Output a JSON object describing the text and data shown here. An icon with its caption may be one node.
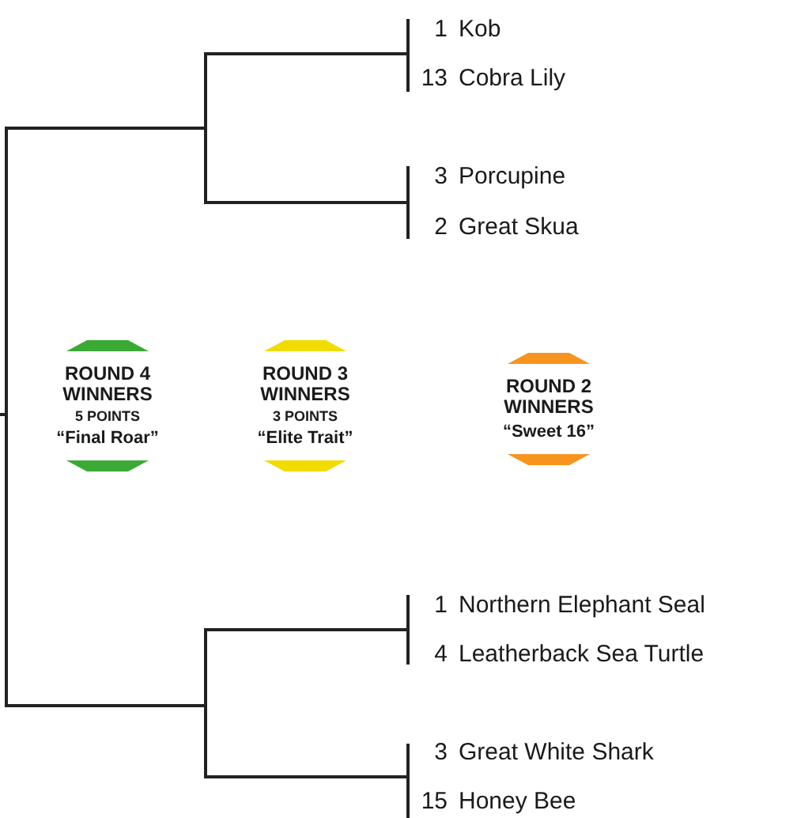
{
  "diagram": {
    "nodes": [
      {
        "text": [
          "1",
          "Kob"
        ]
      },
      {
        "text": [
          "13",
          "Cobra Lily"
        ]
      },
      {
        "text": [
          "3",
          "Porcupine"
        ]
      },
      {
        "text": [
          "2",
          "Great Skua"
        ]
      },
      {
        "text": [
          "1",
          "Northern Elephant Seal"
        ]
      },
      {
        "text": [
          "4",
          "Leatherback Sea Turtle"
        ]
      },
      {
        "text": [
          "3",
          "Great White Shark"
        ]
      },
      {
        "text": [
          "15",
          "Honey Bee"
        ]
      },
      {
        "text": [
          "ROUND 4 WINNERS",
          "5 POINTS",
          "“Final Roar”"
        ]
      },
      {
        "text": [
          "ROUND 3 WINNERS",
          "3 POINTS",
          "“Elite Trait”"
        ]
      },
      {
        "text": [
          "ROUND 2 WINNERS",
          "“Sweet 16”"
        ]
      }
    ],
    "edges": [
      {
        "from": 0,
        "to": null,
        "arrow": "none"
      },
      {
        "from": 1,
        "to": null,
        "arrow": "none"
      },
      {
        "from": 2,
        "to": null,
        "arrow": "none"
      },
      {
        "from": 3,
        "to": null,
        "arrow": "none"
      },
      {
        "from": 4,
        "to": null,
        "arrow": "none"
      },
      {
        "from": 5,
        "to": null,
        "arrow": "none"
      },
      {
        "from": 6,
        "to": null,
        "arrow": "none"
      },
      {
        "from": 7,
        "to": null,
        "arrow": "none"
      }
    ]
  }
}
